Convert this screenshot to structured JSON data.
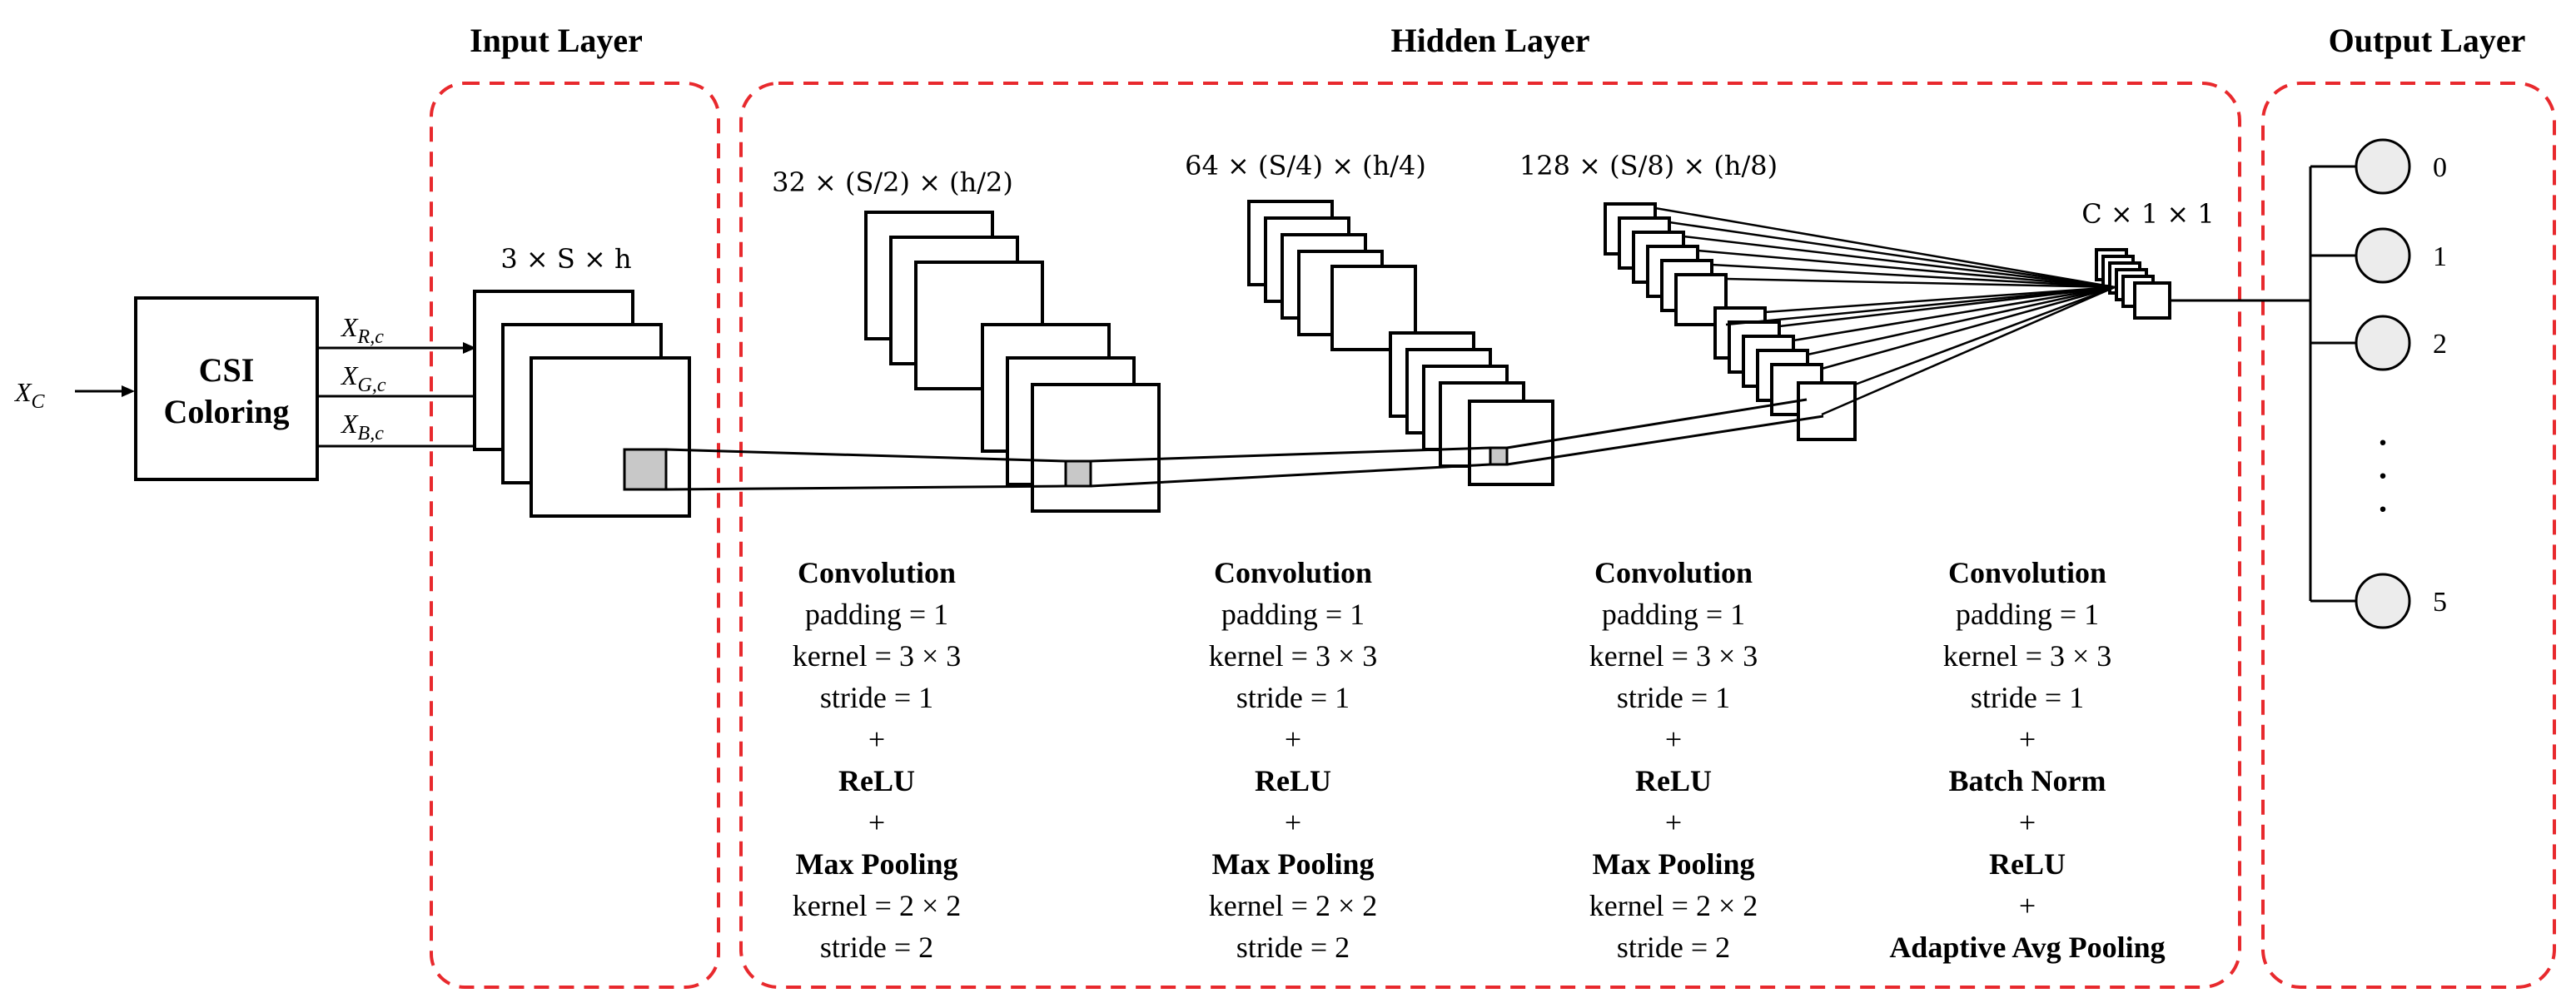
{
  "layers": {
    "input_title": "Input Layer",
    "hidden_title": "Hidden Layer",
    "output_title": "Output Layer"
  },
  "input": {
    "xc_main": "X",
    "xc_sub": "C",
    "csi_line1": "CSI",
    "csi_line2": "Coloring",
    "r_main": "X",
    "r_sub": "R,c",
    "g_main": "X",
    "g_sub": "G,c",
    "b_main": "X",
    "b_sub": "B,c",
    "dim": "3 × S × h"
  },
  "stages": [
    {
      "dim": "32 × (S/2) × (h/2)",
      "lines": [
        {
          "text": "Convolution",
          "bold": true
        },
        {
          "text": "padding = 1",
          "bold": false
        },
        {
          "text": "kernel = 3 × 3",
          "bold": false
        },
        {
          "text": "stride = 1",
          "bold": false
        },
        {
          "text": "+",
          "bold": false
        },
        {
          "text": "ReLU",
          "bold": true
        },
        {
          "text": "+",
          "bold": false
        },
        {
          "text": "Max Pooling",
          "bold": true
        },
        {
          "text": "kernel = 2 × 2",
          "bold": false
        },
        {
          "text": "stride = 2",
          "bold": false
        }
      ]
    },
    {
      "dim": "64 × (S/4) × (h/4)",
      "lines": [
        {
          "text": "Convolution",
          "bold": true
        },
        {
          "text": "padding = 1",
          "bold": false
        },
        {
          "text": "kernel = 3 × 3",
          "bold": false
        },
        {
          "text": "stride = 1",
          "bold": false
        },
        {
          "text": "+",
          "bold": false
        },
        {
          "text": "ReLU",
          "bold": true
        },
        {
          "text": "+",
          "bold": false
        },
        {
          "text": "Max Pooling",
          "bold": true
        },
        {
          "text": "kernel = 2 × 2",
          "bold": false
        },
        {
          "text": "stride = 2",
          "bold": false
        }
      ]
    },
    {
      "dim": "128 × (S/8) × (h/8)",
      "lines": [
        {
          "text": "Convolution",
          "bold": true
        },
        {
          "text": "padding = 1",
          "bold": false
        },
        {
          "text": "kernel = 3 × 3",
          "bold": false
        },
        {
          "text": "stride = 1",
          "bold": false
        },
        {
          "text": "+",
          "bold": false
        },
        {
          "text": "ReLU",
          "bold": true
        },
        {
          "text": "+",
          "bold": false
        },
        {
          "text": "Max Pooling",
          "bold": true
        },
        {
          "text": "kernel = 2 × 2",
          "bold": false
        },
        {
          "text": "stride = 2",
          "bold": false
        }
      ]
    },
    {
      "dim": "C × 1 × 1",
      "lines": [
        {
          "text": "Convolution",
          "bold": true
        },
        {
          "text": "padding = 1",
          "bold": false
        },
        {
          "text": "kernel = 3 × 3",
          "bold": false
        },
        {
          "text": "stride = 1",
          "bold": false
        },
        {
          "text": "+",
          "bold": false
        },
        {
          "text": "Batch Norm",
          "bold": true
        },
        {
          "text": "+",
          "bold": false
        },
        {
          "text": "ReLU",
          "bold": true
        },
        {
          "text": "+",
          "bold": false
        },
        {
          "text": "Adaptive Avg Pooling",
          "bold": true
        }
      ]
    }
  ],
  "output": {
    "nodes": [
      "0",
      "1",
      "2",
      "5"
    ],
    "ellipsis": "·"
  },
  "colors": {
    "layer_border": "#e8292d",
    "kernel_fill": "#c8c8c8",
    "node_fill": "#ececec"
  }
}
